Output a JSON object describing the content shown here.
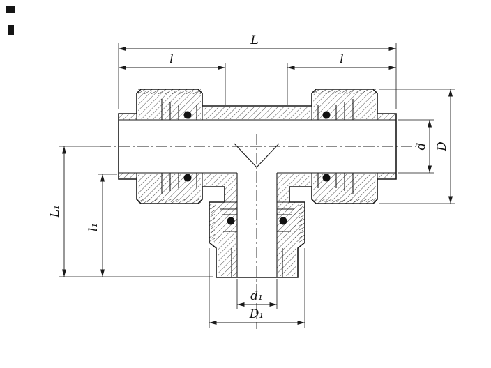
{
  "drawing": {
    "type": "technical-cross-section",
    "subject": "compression-tee-pipe-fitting",
    "dimensions": {
      "L": "L",
      "l_left": "l",
      "l_right": "l",
      "d": "d",
      "D": "D",
      "L1": "L₁",
      "l1": "l₁",
      "d1": "d₁",
      "D1": "D₁"
    },
    "colors": {
      "line": "#1a1a1a",
      "background": "#ffffff"
    }
  }
}
